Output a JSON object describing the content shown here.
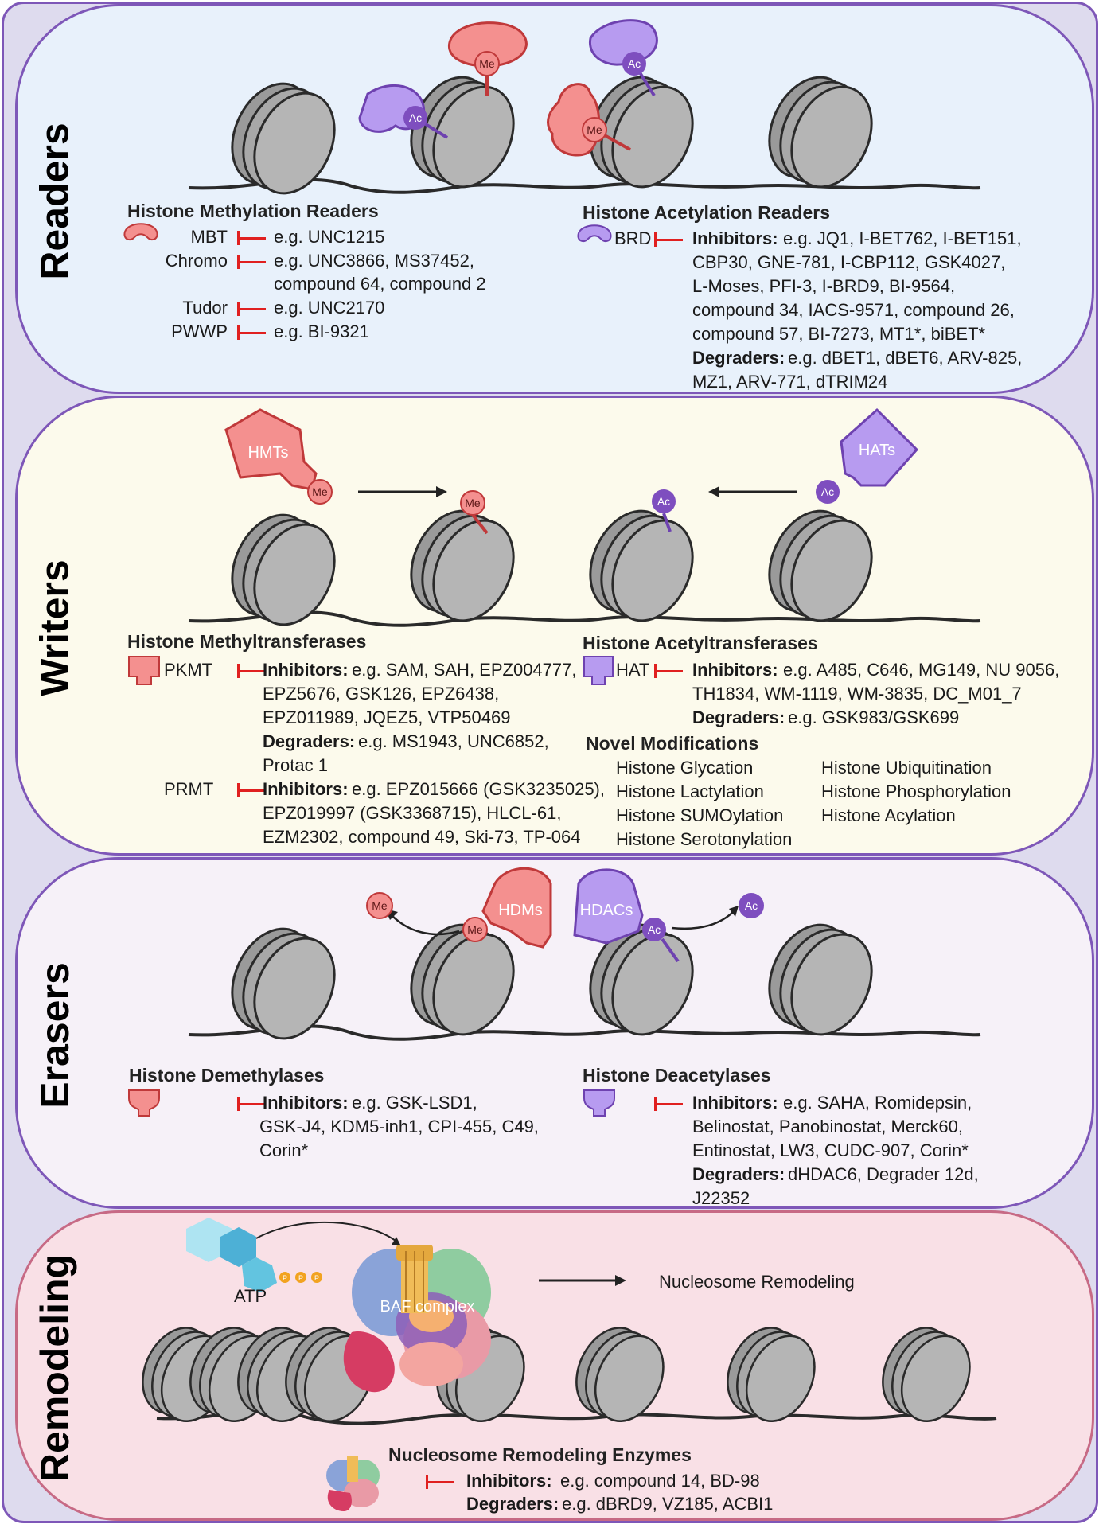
{
  "readers": {
    "title": "Readers",
    "methylation": {
      "heading": "Histone Methylation Readers",
      "rows": [
        {
          "label": "MBT",
          "text": "e.g. UNC1215"
        },
        {
          "label": "Chromo",
          "text": "e.g. UNC3866, MS37452,",
          "text2": "compound 64, compound 2"
        },
        {
          "label": "Tudor",
          "text": "e.g. UNC2170"
        },
        {
          "label": "PWWP",
          "text": "e.g. BI-9321"
        }
      ]
    },
    "acetylation": {
      "heading": "Histone Acetylation Readers",
      "label": "BRD",
      "inhibitors_label": "Inhibitors:",
      "inhibitors": [
        "e.g. JQ1, I-BET762, I-BET151,",
        "CBP30, GNE-781, I-CBP112, GSK4027,",
        "L-Moses, PFI-3, I-BRD9, BI-9564,",
        "compound 34, IACS-9571, compound 26,",
        "compound 57, BI-7273, MT1*, biBET*"
      ],
      "degraders_label": "Degraders:",
      "degraders": [
        "e.g. dBET1, dBET6, ARV-825,",
        "MZ1, ARV-771, dTRIM24"
      ]
    },
    "tags": {
      "me": "Me",
      "ac": "Ac"
    }
  },
  "writers": {
    "title": "Writers",
    "hmts": "HMTs",
    "hats": "HATs",
    "methyl": {
      "heading": "Histone Methyltransferases",
      "pkmt": "PKMT",
      "pkmt_inhibitors_label": "Inhibitors:",
      "pkmt_inhibitors": [
        "e.g. SAM, SAH, EPZ004777,",
        "EPZ5676, GSK126, EPZ6438,",
        "EPZ011989, JQEZ5, VTP50469"
      ],
      "pkmt_degraders_label": "Degraders:",
      "pkmt_degraders": [
        "e.g. MS1943, UNC6852,",
        "Protac 1"
      ],
      "prmt": "PRMT",
      "prmt_inhibitors_label": "Inhibitors:",
      "prmt_inhibitors": [
        "e.g. EPZ015666 (GSK3235025),",
        "EPZ019997 (GSK3368715), HLCL-61,",
        "EZM2302, compound 49, Ski-73, TP-064"
      ]
    },
    "acetyl": {
      "heading": "Histone Acetyltransferases",
      "hat": "HAT",
      "inhibitors_label": "Inhibitors:",
      "inhibitors": [
        "e.g. A485, C646, MG149, NU 9056,",
        "TH1834, WM-1119, WM-3835, DC_M01_7"
      ],
      "degraders_label": "Degraders:",
      "degraders": [
        "e.g. GSK983/GSK699"
      ]
    },
    "novel": {
      "heading": "Novel Modifications",
      "col1": [
        "Histone Glycation",
        "Histone Lactylation",
        "Histone SUMOylation",
        "Histone Serotonylation"
      ],
      "col2": [
        "Histone Ubiquitination",
        "Histone Phosphorylation",
        "Histone Acylation"
      ]
    }
  },
  "erasers": {
    "title": "Erasers",
    "hdms": "HDMs",
    "hdacs": "HDACs",
    "demethylases": {
      "heading": "Histone Demethylases",
      "inhibitors_label": "Inhibitors:",
      "inhibitors": [
        "e.g. GSK-LSD1,",
        "GSK-J4, KDM5-inh1, CPI-455, C49,",
        "Corin*"
      ]
    },
    "deacetylases": {
      "heading": "Histone Deacetylases",
      "inhibitors_label": "Inhibitors:",
      "inhibitors": [
        "e.g. SAHA, Romidepsin,",
        "Belinostat, Panobinostat, Merck60,",
        "Entinostat, LW3, CUDC-907, Corin*"
      ],
      "degraders_label": "Degraders:",
      "degraders": [
        "dHDAC6, Degrader 12d,",
        "J22352"
      ]
    }
  },
  "remodeling": {
    "title": "Remodeling",
    "atp": "ATP",
    "p": "P",
    "baf": "BAF complex",
    "arrow_label": "Nucleosome Remodeling",
    "enzymes": {
      "heading": "Nucleosome Remodeling Enzymes",
      "inhibitors_label": "Inhibitors:",
      "inhibitors": "e.g. compound 14, BD-98",
      "degraders_label": "Degraders:",
      "degraders": "e.g. dBRD9, VZ185, ACBI1"
    }
  },
  "colors": {
    "border": "#7e57b8",
    "readers_bg": "#e8f1fb",
    "writers_bg": "#fcfaec",
    "erasers_bg": "#f6f1f8",
    "remodeling_bg": "#f9e0e6",
    "methyl": "#f4908f",
    "acetyl": "#b79bf0",
    "inhibit": "#e02020"
  }
}
